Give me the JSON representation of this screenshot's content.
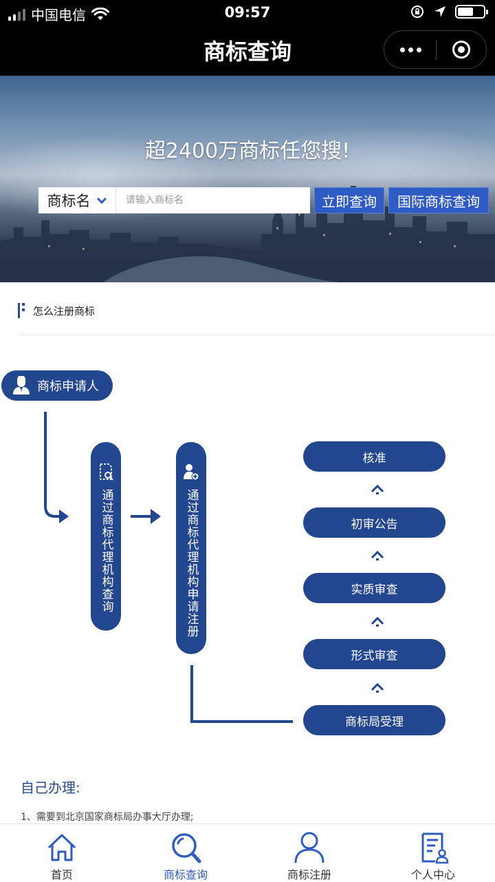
{
  "status_bar": {
    "carrier": "中国电信",
    "time": "09:57",
    "battery_level": 0.6
  },
  "nav": {
    "title": "商标查询"
  },
  "hero": {
    "title": "超2400万商标任您搜!",
    "search_type": "商标名",
    "search_placeholder": "请输入商标名",
    "search_value": "",
    "search_button": "立即查询",
    "intl_button": "国际商标查询"
  },
  "section": {
    "title": "怎么注册商标"
  },
  "flow": {
    "applicant": "商标申请人",
    "query_step": "通过商标代理机构查询",
    "register_step": "通过商标代理机构申请注册",
    "steps": [
      "核准",
      "初审公告",
      "实质审查",
      "形式审查",
      "商标局受理"
    ]
  },
  "self_handling": {
    "title": "自己办理:",
    "item_1": "1、需要到北京国家商标局办事大厅办理;"
  },
  "tabs": [
    {
      "label": "首页",
      "icon": "home-icon",
      "active": false
    },
    {
      "label": "商标查询",
      "icon": "search-icon",
      "active": true
    },
    {
      "label": "商标注册",
      "icon": "user-icon",
      "active": false
    },
    {
      "label": "个人中心",
      "icon": "document-user-icon",
      "active": false
    }
  ],
  "colors": {
    "primary": "#23478f",
    "accent": "#2f5bc4",
    "status_bar": "#000000"
  }
}
